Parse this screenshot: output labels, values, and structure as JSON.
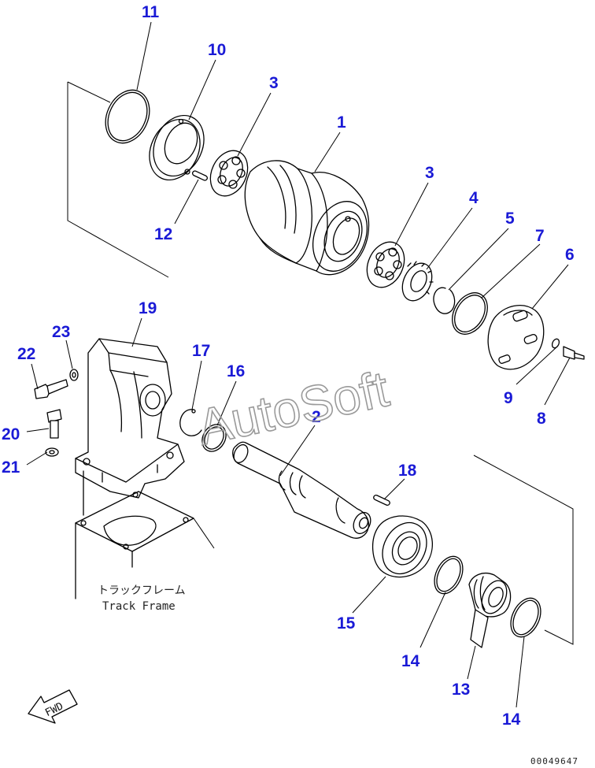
{
  "watermark": "AutoSoft",
  "caption": {
    "jp": "トラックフレーム",
    "en": "Track Frame"
  },
  "fwd_label": "FWD",
  "doc_id": "00049647",
  "labels": {
    "p11": "11",
    "p10": "10",
    "p3a": "3",
    "p1": "1",
    "p12": "12",
    "p3b": "3",
    "p4": "4",
    "p5": "5",
    "p7": "7",
    "p6": "6",
    "p19": "19",
    "p23": "23",
    "p22": "22",
    "p17": "17",
    "p16": "16",
    "p9": "9",
    "p8": "8",
    "p20": "20",
    "p21": "21",
    "p2": "2",
    "p18": "18",
    "p15": "15",
    "p14a": "14",
    "p13": "13",
    "p14b": "14"
  },
  "colors": {
    "label": "#1a1ad6",
    "line": "#000000",
    "watermark": "#9a9a9a"
  }
}
